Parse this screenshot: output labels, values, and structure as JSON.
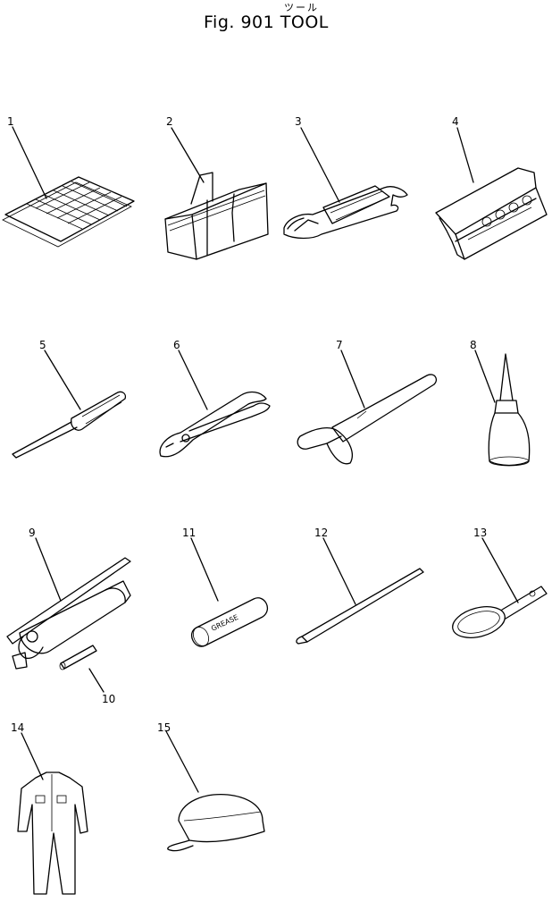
{
  "header": {
    "japanese_title": "ツール",
    "title": "Fig. 901 TOOL"
  },
  "parts": [
    {
      "number": "1"
    },
    {
      "number": "2"
    },
    {
      "number": "3"
    },
    {
      "number": "4"
    },
    {
      "number": "5"
    },
    {
      "number": "6"
    },
    {
      "number": "7"
    },
    {
      "number": "8"
    },
    {
      "number": "9"
    },
    {
      "number": "10"
    },
    {
      "number": "11"
    },
    {
      "number": "12"
    },
    {
      "number": "13"
    },
    {
      "number": "14"
    },
    {
      "number": "15"
    }
  ],
  "grease_tube_label": "GREASE"
}
